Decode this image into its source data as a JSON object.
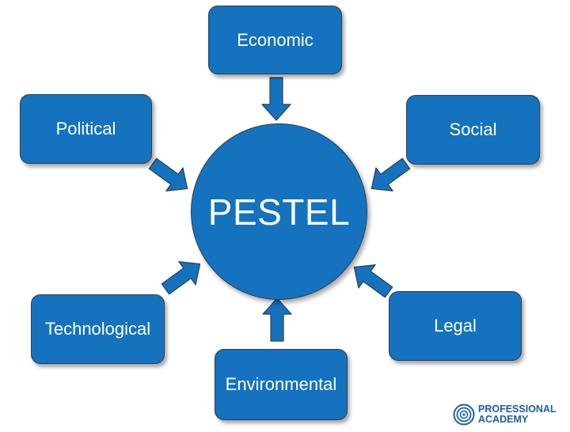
{
  "diagram": {
    "center_label": "PESTEL",
    "factors": {
      "economic": "Economic",
      "political": "Political",
      "social": "Social",
      "technological": "Technological",
      "legal": "Legal",
      "environmental": "Environmental"
    }
  },
  "logo": {
    "line1": "PROFESSIONAL",
    "line2": "ACADEMY"
  },
  "colors": {
    "box_fill": "#1572BE",
    "box_border": "#2b3f55",
    "arrow_fill": "#1572BE",
    "logo_text": "#1a5fa8"
  }
}
